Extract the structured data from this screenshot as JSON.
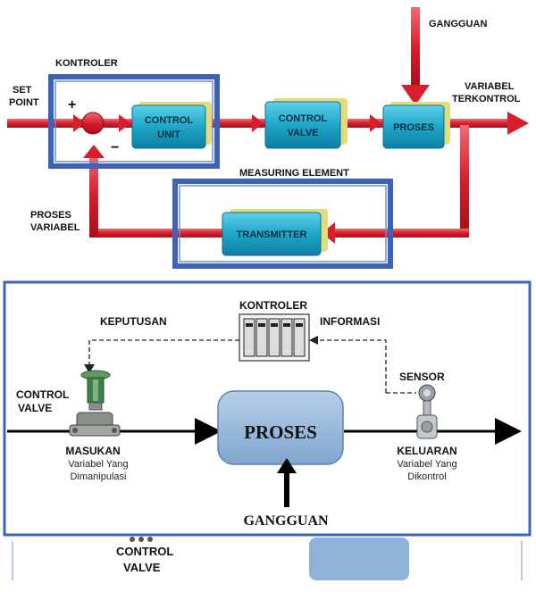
{
  "top_diagram": {
    "set_point": [
      "SET",
      "POINT"
    ],
    "kontroler": "KONTROLER",
    "plus": "+",
    "minus": "−",
    "control_unit": [
      "CONTROL",
      "UNIT"
    ],
    "control_valve": [
      "CONTROL",
      "VALVE"
    ],
    "proses": "PROSES",
    "gangguan": "GANGGUAN",
    "variabel_terkontrol": [
      "VARIABEL",
      "TERKONTROL"
    ],
    "measuring_element": "MEASURING ELEMENT",
    "transmitter": "TRANSMITTER",
    "proses_variabel": [
      "PROSES",
      "VARIABEL"
    ]
  },
  "bottom_diagram": {
    "kontroler": "KONTROLER",
    "keputusan": "KEPUTUSAN",
    "informasi": "INFORMASI",
    "sensor": "SENSOR",
    "control_valve": [
      "CONTROL",
      "VALVE"
    ],
    "proses": "PROSES",
    "masukan": "MASUKAN",
    "masukan_desc": [
      "Variabel Yang",
      "Dimanipulasi"
    ],
    "keluaran": "KELUARAN",
    "keluaran_desc": [
      "Variabel Yang",
      "Dikontrol"
    ],
    "gangguan": "GANGGUAN"
  },
  "remnant": {
    "control_valve": [
      "CONTROL",
      "VALVE"
    ]
  },
  "colors": {
    "arrow_red": "#d81e2c",
    "frame_blue": "#3d62b8",
    "block_cyan": "#1ea6c8",
    "block_shadow": "#e3dc7d",
    "proses_blue": "#8fb3d8"
  }
}
